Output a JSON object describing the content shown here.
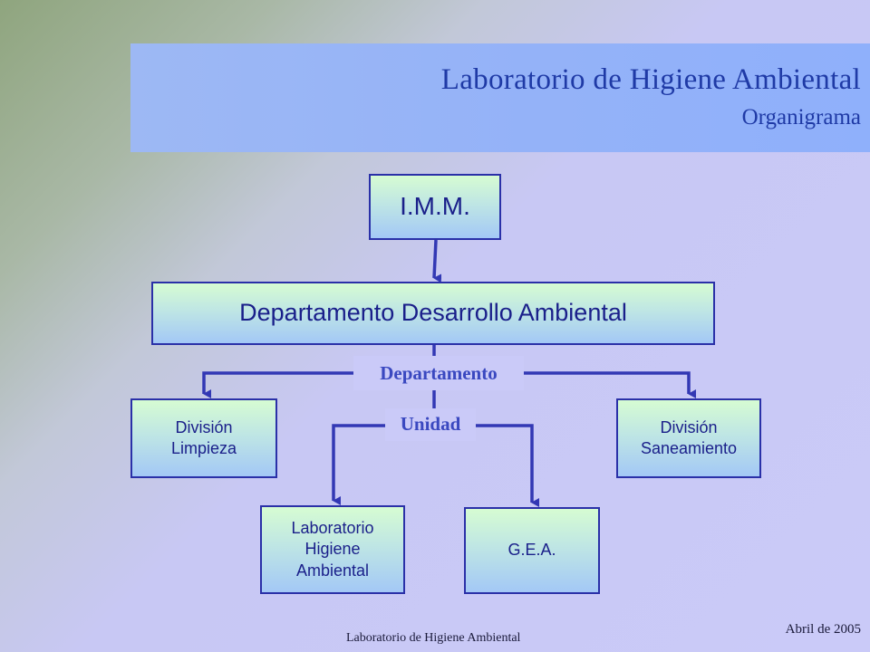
{
  "header": {
    "title": "Laboratorio de Higiene Ambiental",
    "subtitle": "Organigrama"
  },
  "org_chart": {
    "top": "I.M.M.",
    "department": "Departamento Desarrollo Ambiental",
    "level_labels": {
      "departamento": "Departamento",
      "unidad": "Unidad"
    },
    "divisions": [
      "División\nLimpieza",
      "División\nSaneamiento"
    ],
    "units": [
      "Laboratorio\nHigiene\nAmbiental",
      "G.E.A."
    ]
  },
  "footer": {
    "left": "Laboratorio de Higiene Ambiental",
    "right": "Abril de 2005"
  },
  "colors": {
    "line": "#3238b4",
    "text": "#1a1f8a",
    "title": "#1f3aa6",
    "tag": "#3a48c0"
  }
}
